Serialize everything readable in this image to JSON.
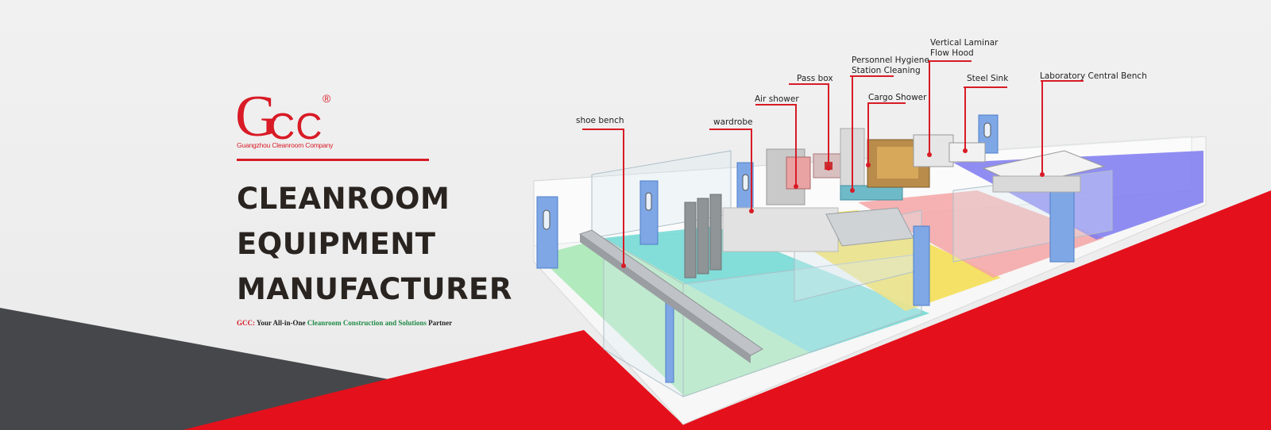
{
  "brand": {
    "logo_initial": "G",
    "logo_letters": "CC",
    "registered_mark": "®",
    "company_name": "Guangzhou Cleanroom Company"
  },
  "headline": {
    "line1": "CLEANROOM",
    "line2": "EQUIPMENT",
    "line3": "MANUFACTURER"
  },
  "tagline": {
    "brand": "GCC:",
    "text1": " Your All-in-One ",
    "highlight": "Cleanroom Construction and Solutions",
    "text2": " Partner"
  },
  "callouts": {
    "shoe_bench": "shoe bench",
    "wardrobe": "wardrobe",
    "air_shower": "Air shower",
    "pass_box": "Pass box",
    "personnel_hygiene_1": "Personnel Hygiene",
    "personnel_hygiene_2": "Station Cleaning",
    "cargo_shower": "Cargo Shower",
    "laminar_1": "Vertical Laminar",
    "laminar_2": "Flow Hood",
    "steel_sink": "Steel Sink",
    "lab_bench": "Laboratory Central Bench"
  },
  "colors": {
    "brand_red": "#d81b26",
    "dark_gray": "#46474b",
    "tagline_green": "#1e8a46",
    "headline": "#2a2420"
  }
}
